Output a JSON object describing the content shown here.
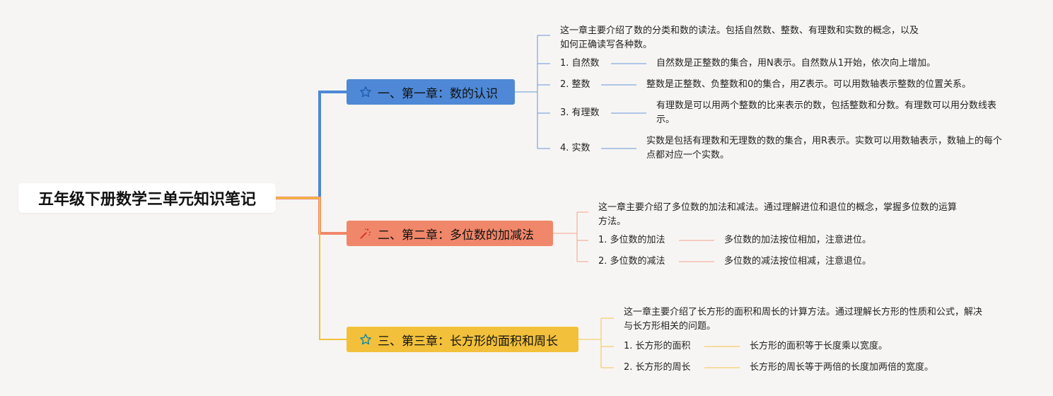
{
  "root": {
    "title": "五年级下册数学三单元知识笔记"
  },
  "chapters": [
    {
      "title": "一、第一章：数的认识",
      "icon": "star-icon",
      "color": "#4e88d6",
      "intro": "这一章主要介绍了数的分类和数的读法。包括自然数、整数、有理数和实数的概念，以及如何正确读写各种数。",
      "items": [
        {
          "label": "1. 自然数",
          "desc": "自然数是正整数的集合，用N表示。自然数从1开始，依次向上增加。"
        },
        {
          "label": "2. 整数",
          "desc": "整数是正整数、负整数和0的集合，用Z表示。可以用数轴表示整数的位置关系。"
        },
        {
          "label": "3. 有理数",
          "desc": "有理数是可以用两个整数的比来表示的数，包括整数和分数。有理数可以用分数线表示。"
        },
        {
          "label": "4. 实数",
          "desc": "实数是包括有理数和无理数的数的集合，用R表示。实数可以用数轴表示，数轴上的每个点都对应一个实数。"
        }
      ]
    },
    {
      "title": "二、第二章：多位数的加减法",
      "icon": "sparkle-icon",
      "color": "#f0876a",
      "intro": "这一章主要介绍了多位数的加法和减法。通过理解进位和退位的概念，掌握多位数的运算方法。",
      "items": [
        {
          "label": "1. 多位数的加法",
          "desc": "多位数的加法按位相加，注意进位。"
        },
        {
          "label": "2. 多位数的减法",
          "desc": "多位数的减法按位相减，注意退位。"
        }
      ]
    },
    {
      "title": "三、第三章：长方形的面积和周长",
      "icon": "star-icon",
      "color": "#f2c03a",
      "intro": "这一章主要介绍了长方形的面积和周长的计算方法。通过理解长方形的性质和公式，解决与长方形相关的问题。",
      "items": [
        {
          "label": "1. 长方形的面积",
          "desc": "长方形的面积等于长度乘以宽度。"
        },
        {
          "label": "2. 长方形的周长",
          "desc": "长方形的周长等于两倍的长度加两倍的宽度。"
        }
      ]
    }
  ]
}
